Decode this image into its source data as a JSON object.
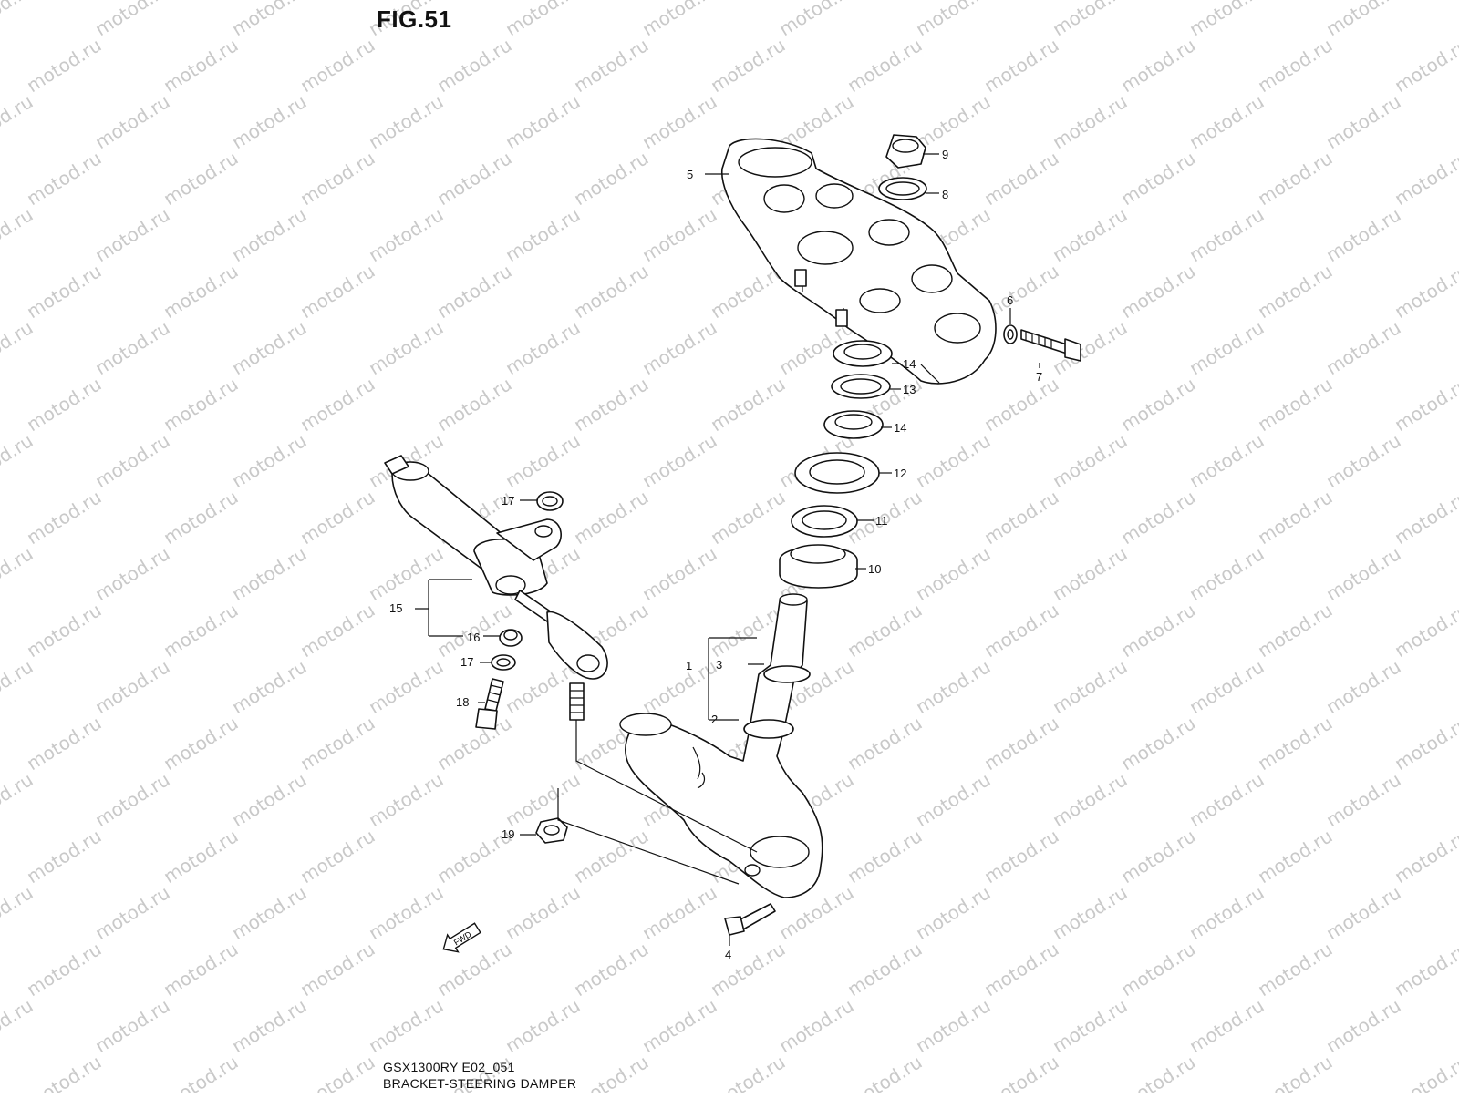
{
  "figure": {
    "title": "FIG.51"
  },
  "footer": {
    "model_code": "GSX1300RY E02_051",
    "description": "BRACKET-STEERING DAMPER"
  },
  "watermark": {
    "text": "motod.ru"
  },
  "direction_marker": {
    "label": "FWD"
  },
  "callouts": [
    {
      "id": "c1",
      "label": "1"
    },
    {
      "id": "c2",
      "label": "2"
    },
    {
      "id": "c3",
      "label": "3"
    },
    {
      "id": "c4",
      "label": "4"
    },
    {
      "id": "c5",
      "label": "5"
    },
    {
      "id": "c6",
      "label": "6"
    },
    {
      "id": "c7",
      "label": "7"
    },
    {
      "id": "c8",
      "label": "8"
    },
    {
      "id": "c9",
      "label": "9"
    },
    {
      "id": "c10",
      "label": "10"
    },
    {
      "id": "c11",
      "label": "11"
    },
    {
      "id": "c12",
      "label": "12"
    },
    {
      "id": "c13",
      "label": "13"
    },
    {
      "id": "c14a",
      "label": "14"
    },
    {
      "id": "c14b",
      "label": "14"
    },
    {
      "id": "c15",
      "label": "15"
    },
    {
      "id": "c16",
      "label": "16"
    },
    {
      "id": "c17a",
      "label": "17"
    },
    {
      "id": "c17b",
      "label": "17"
    },
    {
      "id": "c18",
      "label": "18"
    },
    {
      "id": "c19",
      "label": "19"
    }
  ]
}
